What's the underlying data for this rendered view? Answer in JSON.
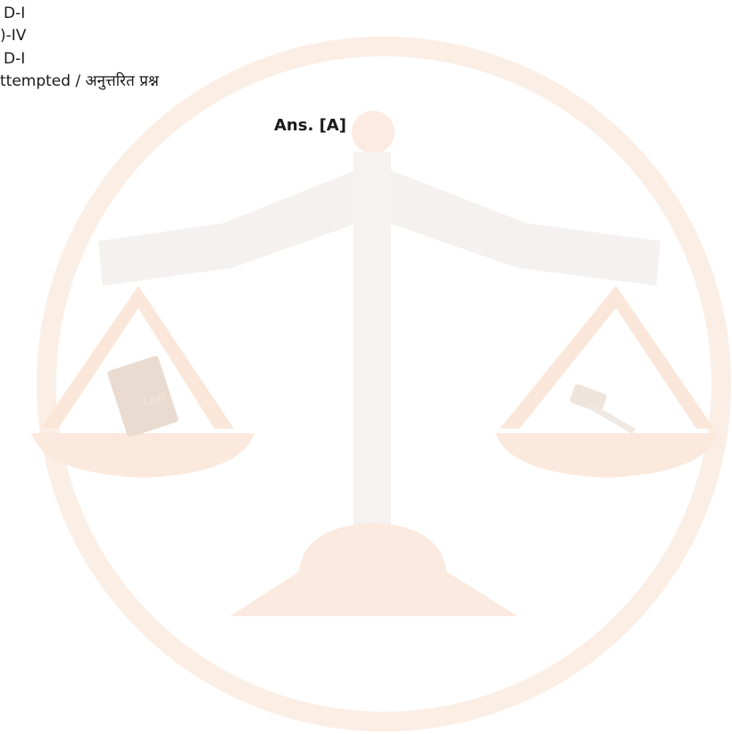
{
  "options": [
    "D-I",
    ")-IV",
    "D-I",
    "ttempted / अनुत्तरित प्रश्न"
  ],
  "answer": "Ans. [A]",
  "watermark": {
    "book_text": "LAW",
    "colors": {
      "ring": "#fbeee4",
      "beam": "#f4f1f0",
      "pan": "#fbe9dd",
      "base": "#fbeae0"
    }
  }
}
